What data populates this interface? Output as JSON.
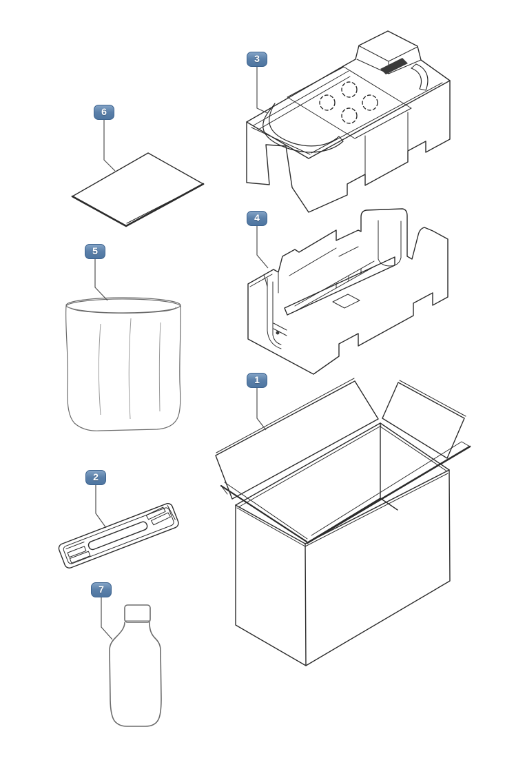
{
  "figure": {
    "title": "packaging-parts-exploded-diagram",
    "colors": {
      "background": "#ffffff",
      "line": "#2b2b2b",
      "soft_line": "#6b6b6b",
      "wrinkle": "#9a9a9a",
      "leader": "#4f4f4f",
      "slot_dark": "#3a3a3a",
      "badge_fill": "#5b80aa",
      "badge_fill_light": "#84a4c6",
      "badge_fill_dark": "#4e75a0",
      "badge_border": "#3b628e",
      "badge_text": "#ffffff"
    },
    "callouts": [
      {
        "number": "1",
        "part": "cardboard-box"
      },
      {
        "number": "2",
        "part": "plastic-tray-insert"
      },
      {
        "number": "3",
        "part": "foam-top-insert"
      },
      {
        "number": "4",
        "part": "foam-bottom-insert"
      },
      {
        "number": "5",
        "part": "plastic-bag"
      },
      {
        "number": "6",
        "part": "document-sheet"
      },
      {
        "number": "7",
        "part": "bottle"
      }
    ]
  }
}
